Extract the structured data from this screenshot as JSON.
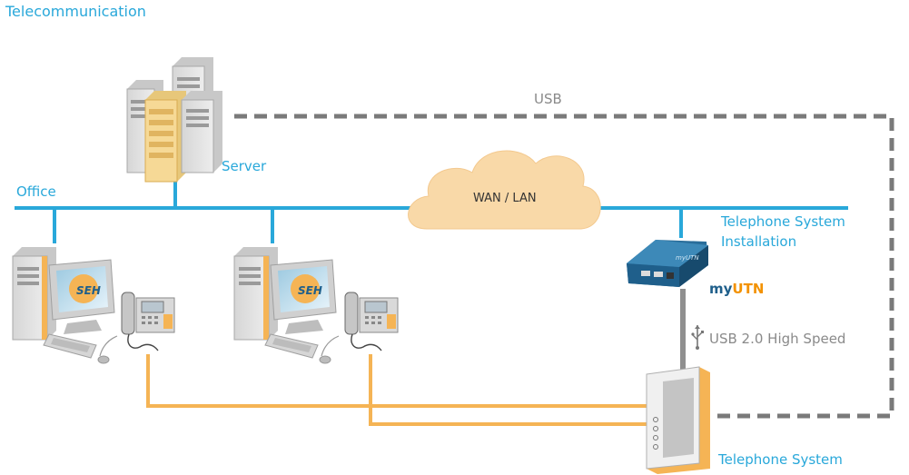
{
  "title": "Telecommunication",
  "labels": {
    "usb": "USB",
    "server": "Server",
    "office": "Office",
    "wan_lan": "WAN / LAN",
    "telephone_install_line1": "Telephone System",
    "telephone_install_line2": "Installation",
    "myutn_prefix": "my",
    "myutn_suffix": "UTN",
    "usb20": "USB 2.0 High Speed",
    "telephone_system": "Telephone System"
  },
  "monitor_logo": "SEH",
  "device_brand": "myUTN",
  "colors": {
    "network_line": "#29a8da",
    "phone_line": "#f5b455",
    "usb_dash": "#7a7a7a",
    "cloud": "#f9d9a8",
    "accent_orange": "#f39200",
    "device_blue": "#1f5f8b"
  }
}
